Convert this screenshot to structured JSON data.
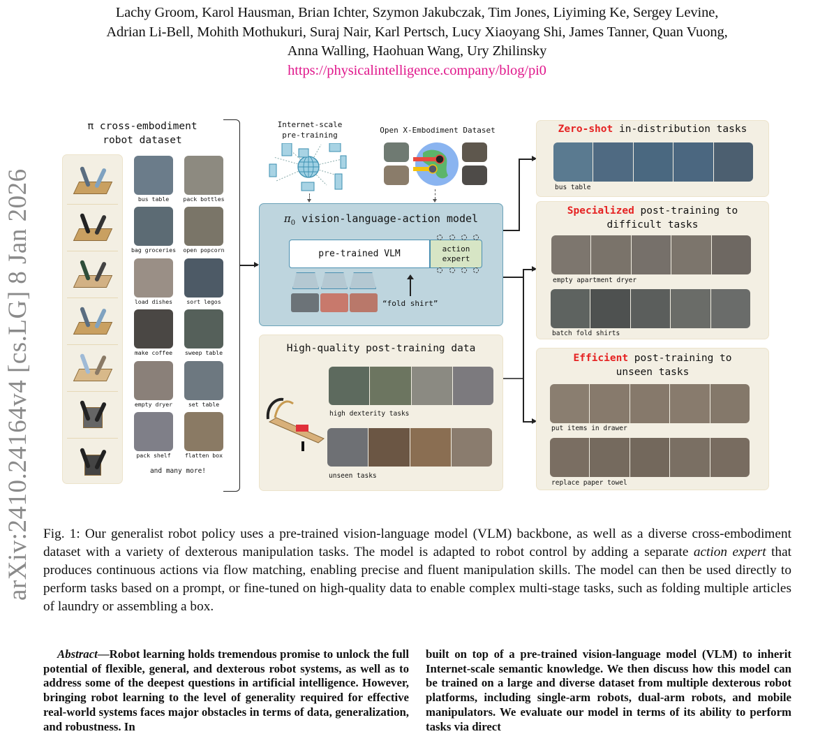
{
  "header": {
    "author_lines": [
      "Lachy Groom, Karol Hausman, Brian Ichter, Szymon Jakubczak, Tim Jones, Liyiming Ke, Sergey Levine,",
      "Adrian Li-Bell, Mohith Mothukuri, Suraj Nair, Karl Pertsch, Lucy Xiaoyang Shi, James Tanner, Quan Vuong,",
      "Anna Walling, Haohuan Wang, Ury Zhilinsky"
    ],
    "url": "https://physicalintelligence.company/blog/pi0"
  },
  "arxiv_stamp": "arXiv:2410.24164v4  [cs.LG]  8 Jan 2026",
  "figure": {
    "dataset_panel": {
      "title_line1": "π cross-embodiment",
      "title_line2": "robot dataset",
      "robots": [
        "robot-1",
        "robot-2",
        "robot-3",
        "robot-4",
        "robot-5",
        "robot-6",
        "robot-7"
      ],
      "tasks": [
        {
          "label": "bus table",
          "color": "#6b7c8a"
        },
        {
          "label": "pack bottles",
          "color": "#8d8a80"
        },
        {
          "label": "bag groceries",
          "color": "#5c6b74"
        },
        {
          "label": "open popcorn",
          "color": "#7a7568"
        },
        {
          "label": "load dishes",
          "color": "#9a8f86"
        },
        {
          "label": "sort legos",
          "color": "#4d5a66"
        },
        {
          "label": "make coffee",
          "color": "#4a4744"
        },
        {
          "label": "sweep table",
          "color": "#55605a"
        },
        {
          "label": "empty dryer",
          "color": "#8a8079"
        },
        {
          "label": "set table",
          "color": "#6d7880"
        },
        {
          "label": "pack shelf",
          "color": "#7f7f88"
        },
        {
          "label": "flatten box",
          "color": "#8a7a64"
        }
      ],
      "footer": "and many more!"
    },
    "pretraining": {
      "internet_line1": "Internet-scale",
      "internet_line2": "pre-training",
      "oxe_title": "Open X-Embodiment Dataset"
    },
    "vla_model": {
      "title_symbol": "π",
      "title_subscript": "0",
      "title_rest": " vision-language-action model",
      "vlm_label": "pre-trained VLM",
      "expert_line1": "action",
      "expert_line2": "expert",
      "prompt": "“fold shirt”"
    },
    "post_training_data": {
      "title": "High-quality post-training data",
      "group1_label": "high dexterity tasks",
      "group2_label": "unseen tasks"
    },
    "outcomes": [
      {
        "highlight": "Zero-shot",
        "rest_line1": " in-distribution tasks",
        "rest_line2": "",
        "strips": [
          {
            "label": "bus table"
          }
        ]
      },
      {
        "highlight": "Specialized",
        "rest_line1": " post-training to",
        "rest_line2": "difficult tasks",
        "strips": [
          {
            "label": "empty apartment dryer"
          },
          {
            "label": "batch fold shirts"
          }
        ]
      },
      {
        "highlight": "Efficient",
        "rest_line1": " post-training to",
        "rest_line2": "unseen tasks",
        "strips": [
          {
            "label": "put items in drawer"
          },
          {
            "label": "replace paper towel"
          }
        ]
      }
    ],
    "colors": {
      "highlight_red": "#e52222",
      "vla_fill": "#bed5de",
      "vla_border": "#6aa2b8",
      "expert_fill": "#d7e5c5",
      "panel_cream": "#f3efe3",
      "url_magenta": "#e0188c"
    }
  },
  "caption": {
    "prefix": "Fig. 1: Our generalist robot policy uses a pre-trained vision-language model (VLM) backbone, as well as a diverse cross-embodiment dataset with a variety of dexterous manipulation tasks. The model is adapted to robot control by adding a separate ",
    "italic": "action expert",
    "suffix": " that produces continuous actions via flow matching, enabling precise and fluent manipulation skills. The model can then be used directly to perform tasks based on a prompt, or fine-tuned on high-quality data to enable complex multi-stage tasks, such as folding multiple articles of laundry or assembling a box."
  },
  "abstract": {
    "label": "Abstract",
    "left_text": "—Robot learning holds tremendous promise to unlock the full potential of flexible, general, and dexterous robot systems, as well as to address some of the deepest questions in artificial intelligence. However, bringing robot learning to the level of generality required for effective real-world systems faces major obstacles in terms of data, generalization, and robustness. In",
    "right_text": "built on top of a pre-trained vision-language model (VLM) to inherit Internet-scale semantic knowledge. We then discuss how this model can be trained on a large and diverse dataset from multiple dexterous robot platforms, including single-arm robots, dual-arm robots, and mobile manipulators. We evaluate our model in terms of its ability to perform tasks via direct"
  }
}
